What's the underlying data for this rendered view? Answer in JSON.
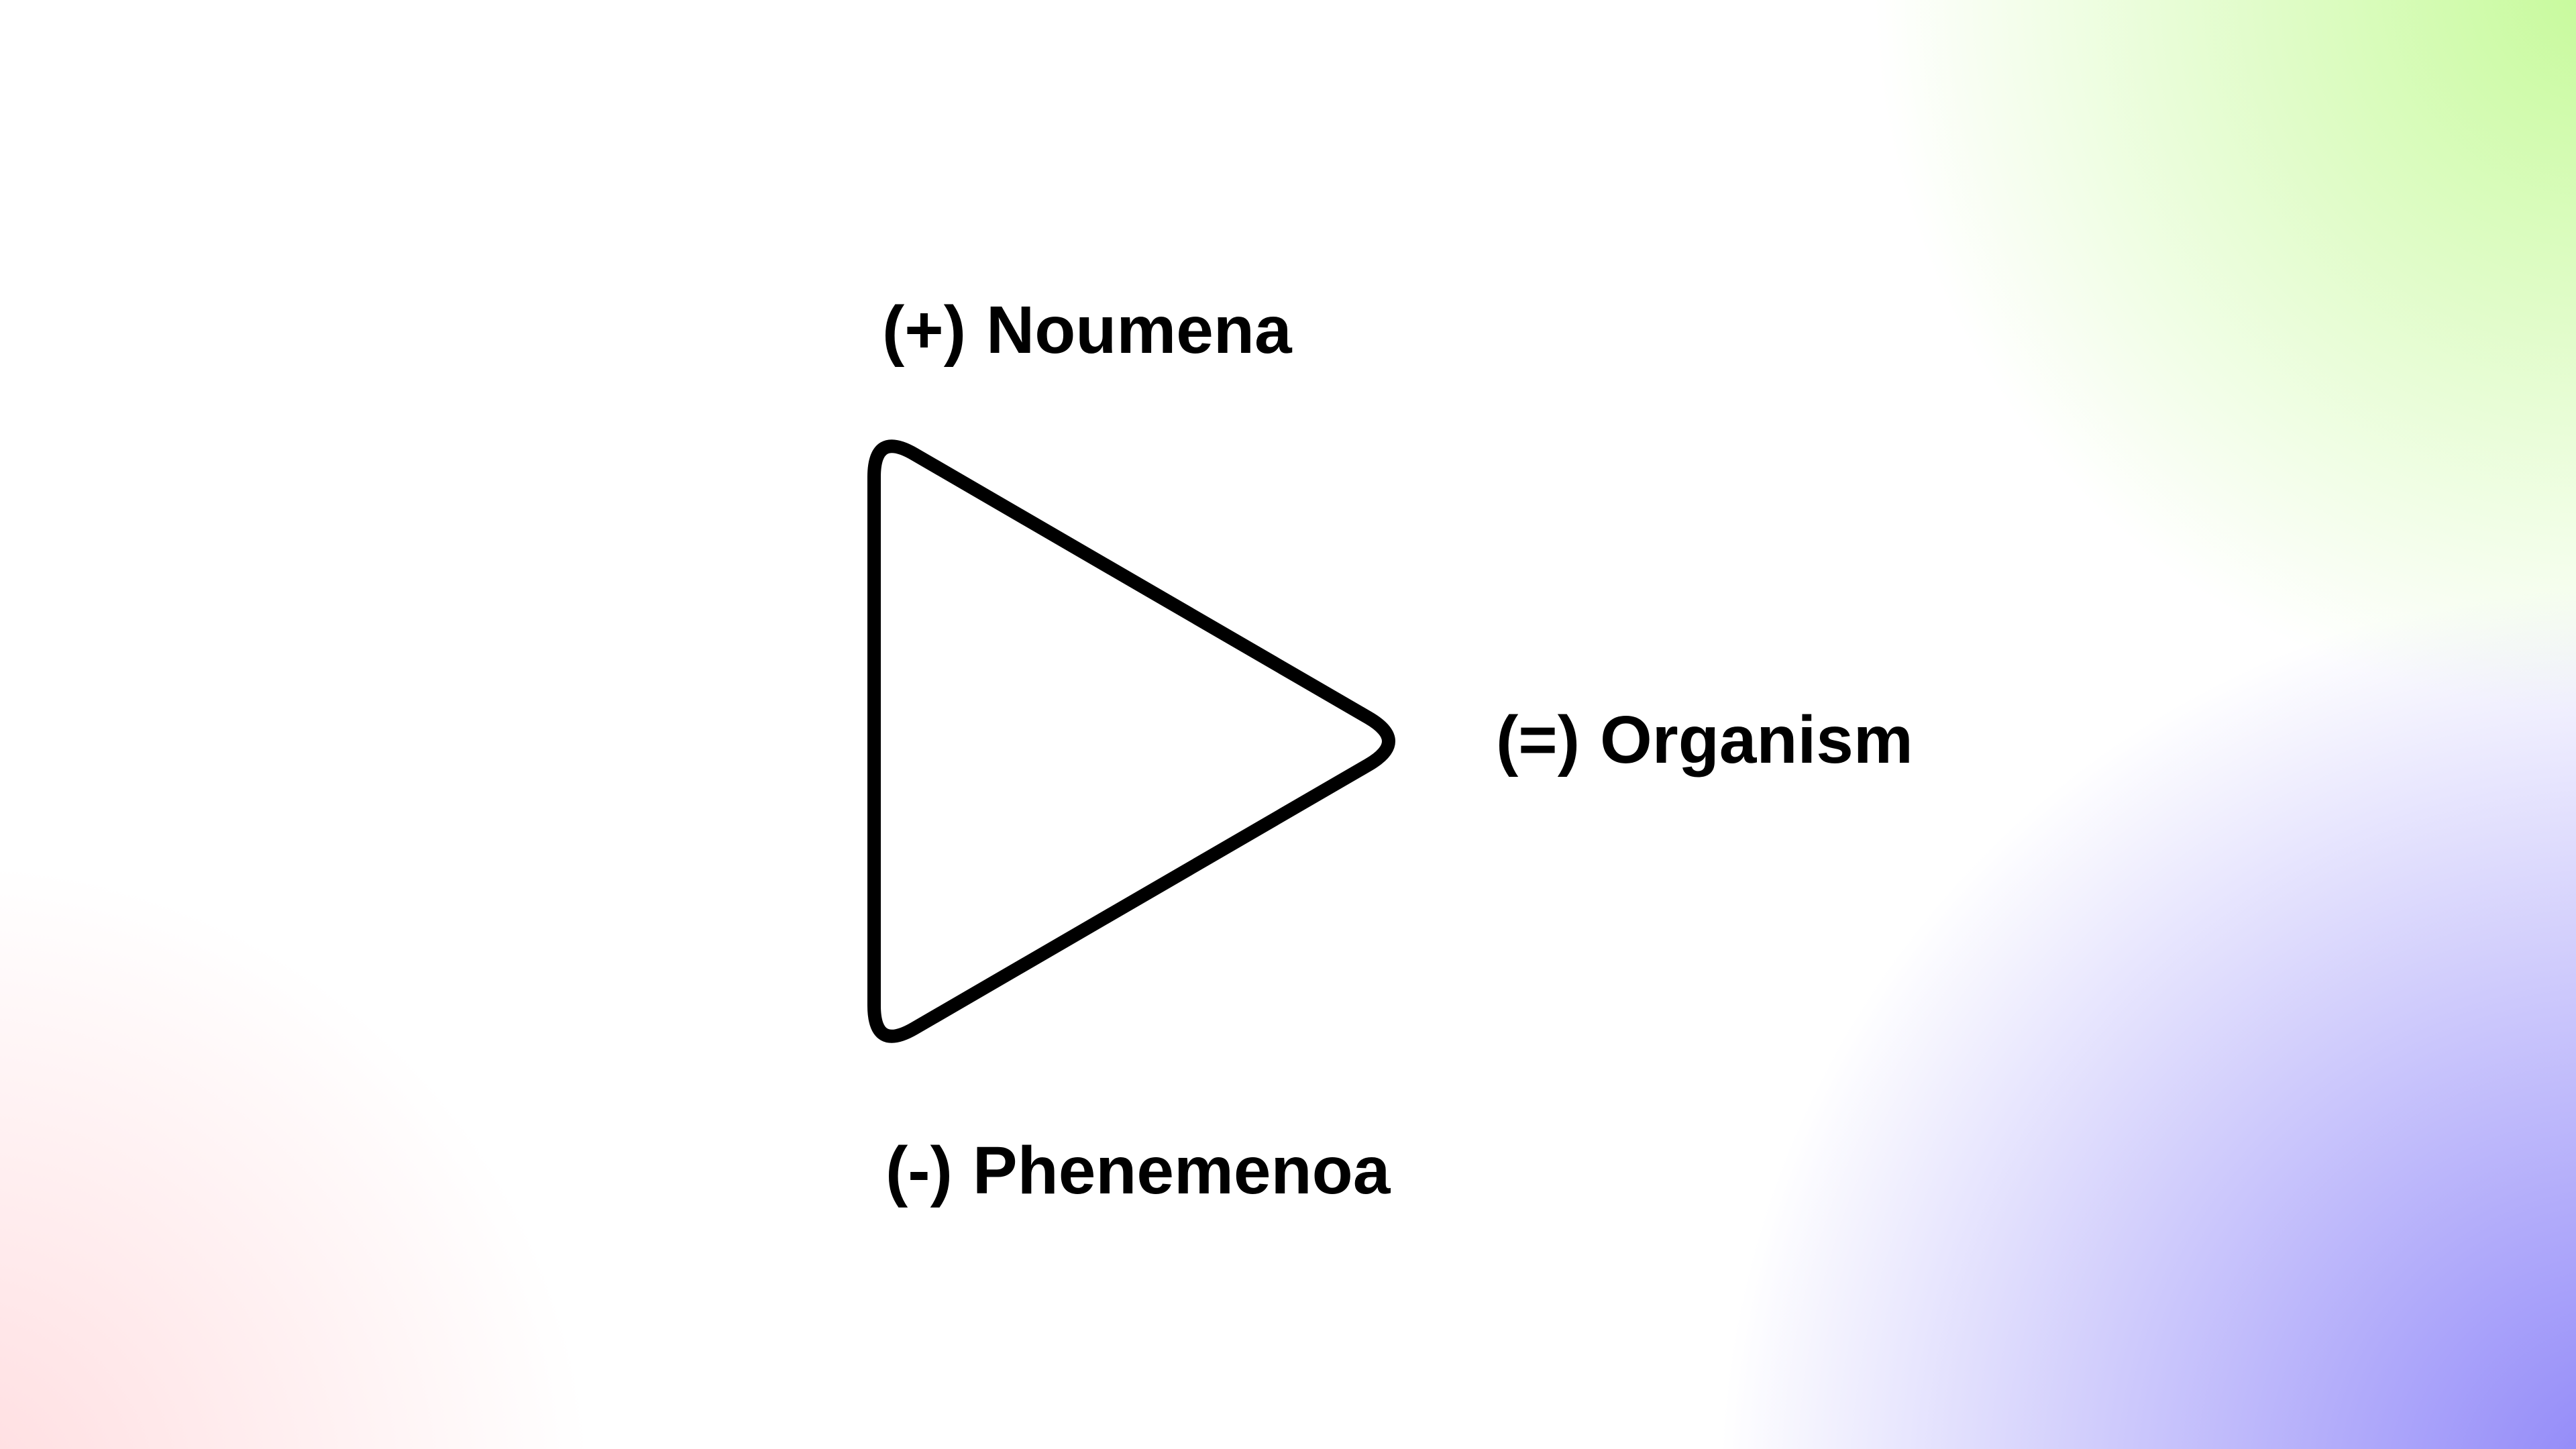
{
  "page": {
    "colors": {
      "background": "#ffffff",
      "corner_green": "#c6fa9a",
      "corner_purple": "#8d84f8",
      "corner_pink": "#ffdcdf"
    }
  },
  "diagram": {
    "shape": "rounded-right-pointing-triangle",
    "stroke_color": "#000000",
    "labels": {
      "top": {
        "sign": "(+)",
        "name": "Noumena"
      },
      "right": {
        "sign": "(=)",
        "name": "Organism"
      },
      "bottom": {
        "sign": "(-)",
        "name": "Phenemenoa"
      }
    }
  }
}
